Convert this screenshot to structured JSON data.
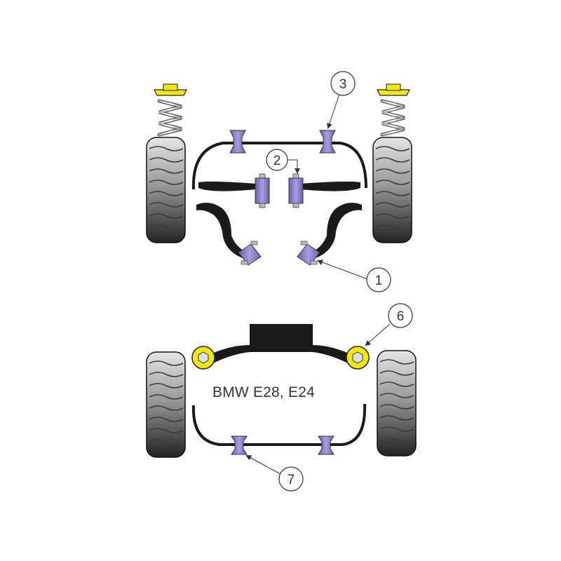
{
  "model_label": "BMW E28, E24",
  "callouts": [
    {
      "id": "1",
      "label": "1"
    },
    {
      "id": "2",
      "label": "2"
    },
    {
      "id": "3",
      "label": "3"
    },
    {
      "id": "6",
      "label": "6"
    },
    {
      "id": "7",
      "label": "7"
    }
  ],
  "colors": {
    "bush_purple": "#8d80c4",
    "bush_purple_dark": "#6b5fa8",
    "bush_yellow": "#f2e619",
    "tyre_dark": "#2b2b2b",
    "tyre_mid": "#7a7a7a",
    "tyre_light": "#c8c8c8"
  },
  "icons": [
    "front-suspension-diagram",
    "rear-suspension-diagram",
    "tyre-icon",
    "coil-spring-icon",
    "bush-icon"
  ]
}
